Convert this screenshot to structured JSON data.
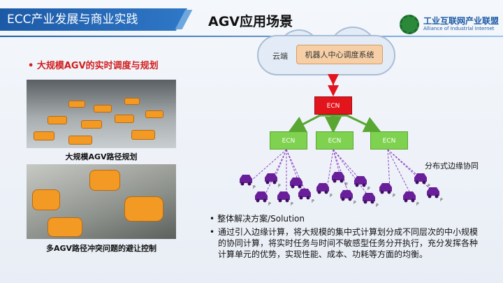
{
  "header": {
    "title": "ECC产业发展与商业实践",
    "slide_title": "AGV应用场景",
    "logo": {
      "name_cn": "工业互联网产业联盟",
      "name_en": "Alliance of Industrial Internet"
    }
  },
  "left": {
    "bullet": "• 大规模AGV的实时调度与规划",
    "photo1_caption": "大规模AGV路径规划",
    "photo2_caption": "多AGV路径冲突问题的避让控制"
  },
  "diagram": {
    "cloud_label": "云端",
    "cloud_box": "机器人中心调度系统",
    "ecn_top": "ECN",
    "ecn_mid": [
      "ECN",
      "ECN",
      "ECN"
    ],
    "edge_label": "分布式边缘协同",
    "vehicle_label": "P",
    "colors": {
      "ecn_top": "#e3151c",
      "ecn_mid": "#7ed24f",
      "vehicle": "#6a1f9a",
      "arrow": "#5aa633",
      "link": "#8e44c2"
    }
  },
  "solution": {
    "title": "整体解决方案/Solution",
    "body": "通过引入边缘计算，将大规模的集中式计算划分成不同层次的中小规模的协同计算，将实时任务与时间不敏感型任务分开执行，充分发挥各种计算单元的优势，实现性能、成本、功耗等方面的均衡。",
    "bullet": "•"
  }
}
